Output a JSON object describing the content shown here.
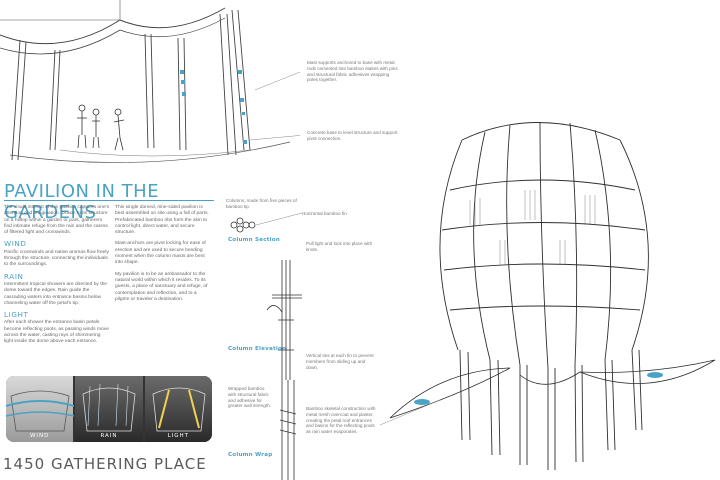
{
  "title": "PAVILION IN THE GARDENS",
  "footer_title": "1450 GATHERING PLACE",
  "intro_text": "The visual interest of this pavilion captures one's attention and imagination. Drawn to its structure on a hilltop within a garden or park, gatherers find intimate refuge from the rain and the caress of filtered light and crosswinds.",
  "sections": [
    {
      "heading": "WIND",
      "text": "Pacific crosswinds and native aromas flow freely through the structure, connecting the individuals to the surroundings."
    },
    {
      "heading": "RAIN",
      "text": "Intermittent tropical showers are directed by the dome toward the edges. Rain guide the cascading waters into entrance basins below channeling water off the petal's tip."
    },
    {
      "heading": "LIGHT",
      "text": "After each shower the entrance basin petals become reflecting pools, as passing winds move across the water, casting rays of shimmering light inside the dome above each entrance."
    }
  ],
  "middle_paragraphs": [
    "This single domed, nine-sided pavilion is best assembled on site using a fall of parts. Prefabricated bamboo ribs form the skin to control light, direct water, and secure structure.",
    "Mast-anchors are pivot locking for ease of erection and are used to secure bending moment when the column masts are bent into shape.",
    "My pavilion is to be an ambassador to the natural world within which it resides. To its guests, a place of sanctuary and refuge, of contemplation and reflection, and to a pilgrim or traveler a destination."
  ],
  "thumbnails": [
    {
      "caption": "WIND"
    },
    {
      "caption": "RAIN"
    },
    {
      "caption": "LIGHT"
    }
  ],
  "column_labels": {
    "section": "Column Section",
    "elevation": "Column Elevation",
    "wrap": "Column Wrap"
  },
  "notes": {
    "mast_supports": "Mast supports anchored to base with metal rods cemented into bamboo stakes with pins and structural fabric adhesives wrapping poles together.",
    "concrete_base": "Concrete base to level structure and support pivot connection.",
    "columns_made": "Columns, made from five pieces of bamboo tip.",
    "horizontal_fin": "Horizontal bamboo fin",
    "pull_light": "Pull light and lock into place with knots.",
    "vertical_ties": "Vertical ties at each fin to prevent members from sliding up and down.",
    "wrapped_bamboo": "Wrapped bamboo with structural fabric and adhesive for greater wall strength.",
    "bamboo_skeletal": "Bamboo skeletal construction with metal mesh overcoat and plaster, creating the petal roof entrances and basins for the reflecting pools as rain water evaporates."
  },
  "colors": {
    "accent": "#4aa3c6",
    "text": "#666666"
  }
}
